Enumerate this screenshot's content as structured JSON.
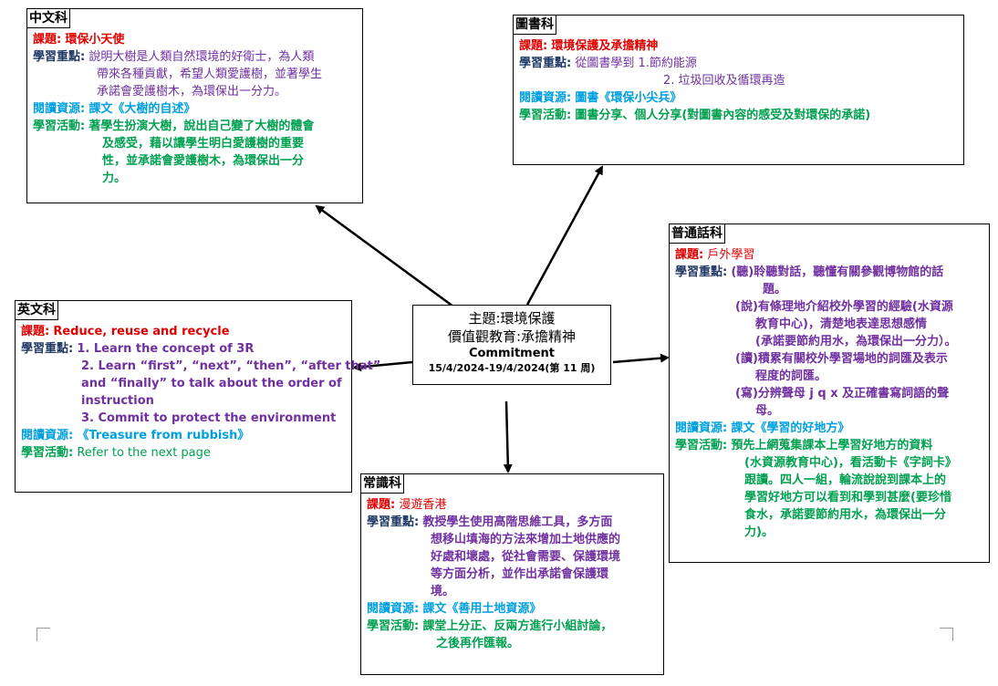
{
  "center": {
    "theme": "主題:環境保護",
    "values": "價值觀教育:承擔精神",
    "commitment": "Commitment",
    "dates": "15/4/2024-19/4/2024(第 11 周)"
  },
  "chinese": {
    "tag": "中文科",
    "topic_label": "課題:",
    "topic": "環保小天使",
    "focus_label": "學習重點:",
    "focus_lines": [
      "說明大樹是人類自然環境的好衛士，為人類",
      "帶來各種貢獻，希望人類愛護樹，並著學生",
      "承諾會愛護樹木，為環保出一分力。"
    ],
    "resource_label": "閱讀資源:",
    "resource": "課文《大樹的自述》",
    "activity_label": "學習活動:",
    "activity_lines": [
      "著學生扮演大樹，說出自己變了大樹的體會",
      "及感受，藉以讓學生明白愛護樹的重要",
      "性，並承諾會愛護樹木，為環保出一分",
      "力。"
    ]
  },
  "library": {
    "tag": "圖書科",
    "topic_label": "課題:",
    "topic": "環境保護及承擔精神",
    "focus_label": "學習重點:",
    "focus_lines": [
      "從圖書學到  1.節約能源",
      "2. 垃圾回收及循環再造"
    ],
    "resource_label": "閱讀資源:",
    "resource": "圖書《環保小尖兵》",
    "activity_label": "學習活動:",
    "activity": "圖書分享、個人分享(對圖書內容的感受及對環保的承諾)"
  },
  "english": {
    "tag": "英文科",
    "topic_label": "課題:",
    "topic": "Reduce, reuse and recycle",
    "focus_label": "學習重點:",
    "focus_lines": [
      "1. Learn the concept of 3R",
      "2. Learn “first”, “next”, “then”, “after that”",
      "and “finally” to talk about the order of",
      "instruction",
      "3. Commit to protect the environment"
    ],
    "resource_label": "閱讀資源:",
    "resource": "《Treasure from rubbish》",
    "activity_label": "學習活動:",
    "activity": "Refer to the next page"
  },
  "putonghua": {
    "tag": "普通話科",
    "topic_label": "課題:",
    "topic": "戶外學習",
    "focus_label": "學習重點:",
    "focus_lines": [
      "(聽)聆聽對話，聽懂有關參觀博物館的話",
      "題。",
      "(說)有條理地介紹校外學習的經驗(水資源",
      "教育中心)，清楚地表達思想感情",
      "(承諾要節約用水，為環保出一分力）。",
      "(讀)積累有關校外學習場地的詞匯及表示",
      "程度的詞匯。",
      "(寫)分辨聲母 j q x 及正確書寫詞語的聲",
      "母。"
    ],
    "resource_label": "閱讀資源:",
    "resource": "課文《學習的好地方》",
    "activity_label": "學習活動:",
    "activity_lines": [
      "預先上網蒐集課本上學習好地方的資料",
      "(水資源教育中心)，看活動卡《字詞卡》",
      "跟讀。四人一組，輪流說說到課本上的",
      "學習好地方可以看到和學到甚麼(要珍惜",
      "食水，承諾要節約用水，為環保出一分",
      "力)。"
    ]
  },
  "general": {
    "tag": "常識科",
    "topic_label": "課題:",
    "topic": "漫遊香港",
    "focus_label": "學習重點:",
    "focus_lines": [
      "教授學生使用高階思維工具，多方面",
      "想移山填海的方法來增加土地供應的",
      "好處和壞處，從社會需要、保護環境",
      "等方面分析，並作出承諾會保護環",
      "境。"
    ],
    "resource_label": "閱讀資源:",
    "resource": "課文《善用土地資源》",
    "activity_label": "學習活動:",
    "activity_lines": [
      "課堂上分正、反兩方進行小組討論，",
      "之後再作匯報。"
    ]
  },
  "icons": [
    "arrow-up-left",
    "arrow-up-right",
    "arrow-left",
    "arrow-right",
    "arrow-down",
    "paragraph-mark"
  ],
  "colors": {
    "topic": "#e00000",
    "focus": "#7030a0",
    "resource": "#00a0e0",
    "activity": "#00a050"
  }
}
